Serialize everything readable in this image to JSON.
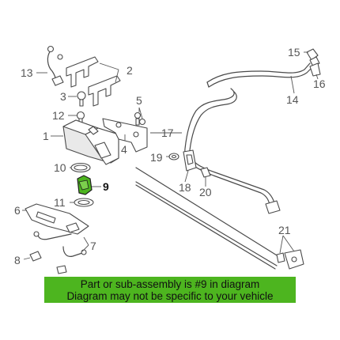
{
  "callouts": {
    "c1": "1",
    "c2": "2",
    "c3": "3",
    "c4": "4",
    "c5": "5",
    "c6": "6",
    "c7": "7",
    "c8": "8",
    "c9": "9",
    "c10": "10",
    "c11": "11",
    "c12": "12",
    "c13": "13",
    "c14": "14",
    "c15": "15",
    "c16": "16",
    "c17": "17",
    "c18": "18",
    "c19": "19",
    "c20": "20",
    "c21": "21"
  },
  "highlight_color": "#4db51f",
  "banner": {
    "line1": "Part or sub-assembly is #9 in diagram",
    "line2": "Diagram may not be specific to your vehicle"
  }
}
